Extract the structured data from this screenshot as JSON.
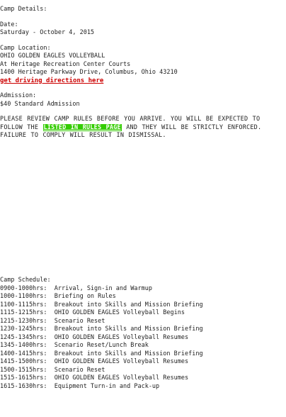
{
  "details": {
    "heading": "Camp Details:",
    "date_label": "Date:",
    "date_value": "Saturday - October 4, 2015",
    "location_label": "Camp Location:",
    "location_lines": [
      "OHIO GOLDEN EAGLES VOLLEYBALL",
      "At Heritage Recreation Center Courts",
      "1400 Heritage Parkway Drive, Columbus, Ohio 43210"
    ],
    "directions_link": "get driving directions here",
    "admission_label": "Admission:",
    "admission_value": "$40 Standard Admission",
    "notice_before": "PLEASE REVIEW CAMP RULES BEFORE YOU ARRIVE. YOU WILL BE EXPECTED TO FOLLOW THE",
    "rules_link": "LISTED IN RULES PAGE",
    "notice_after": "AND THEY WILL BE STRICTLY ENFORCED. FAILURE TO COMPLY WILL RESULT IN DISMISSAL."
  },
  "schedule": {
    "heading": "Camp Schedule:",
    "rows": [
      "0900-1000hrs:  Arrival, Sign-in and Warmup",
      "1000-1100hrs:  Briefing on Rules",
      "1100-1115hrs:  Breakout into Skills and Mission Briefing",
      "1115-1215hrs:  OHIO GOLDEN EAGLES Volleyball Begins",
      "1215-1230hrs:  Scenario Reset",
      "1230-1245hrs:  Breakout into Skills and Mission Briefing",
      "1245-1345hrs:  OHIO GOLDEN EAGLES Volleyball Resumes",
      "1345-1400hrs:  Scenario Reset/Lunch Break",
      "1400-1415hrs:  Breakout into Skills and Mission Briefing",
      "1415-1500hrs:  OHIO GOLDEN EAGLES Volleyball Resumes",
      "1500-1515hrs:  Scenario Reset",
      "1515-1615hrs:  OHIO GOLDEN EAGLES Volleyball Resumes",
      "1615-1630hrs:  Equipment Turn-in and Pack-up"
    ]
  }
}
